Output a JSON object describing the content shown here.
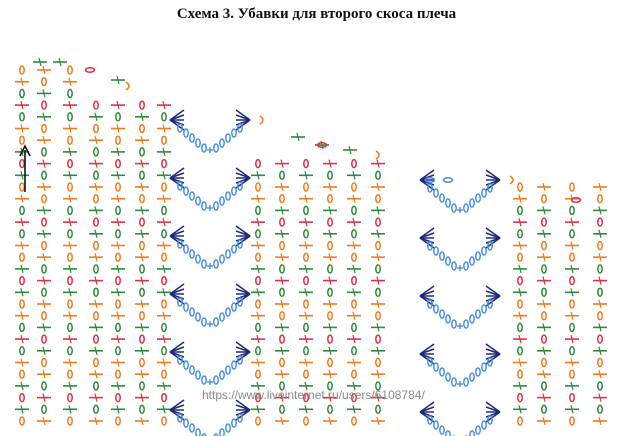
{
  "title": "Схема 3. Убавки для второго скоса плеча",
  "watermark": "https://www.liveinternet.ru/users/6108784/",
  "colors": {
    "orange": "#f07a1e",
    "green": "#2e8b3c",
    "red": "#e0304a",
    "navy": "#1f2a7a",
    "blue": "#4a90e2",
    "arrow": "#111111"
  },
  "legend_symbols": {
    "chain": "oval",
    "double_crochet": "crossed-line",
    "shell_fan": "fan-of-lines",
    "picot": "curl"
  }
}
